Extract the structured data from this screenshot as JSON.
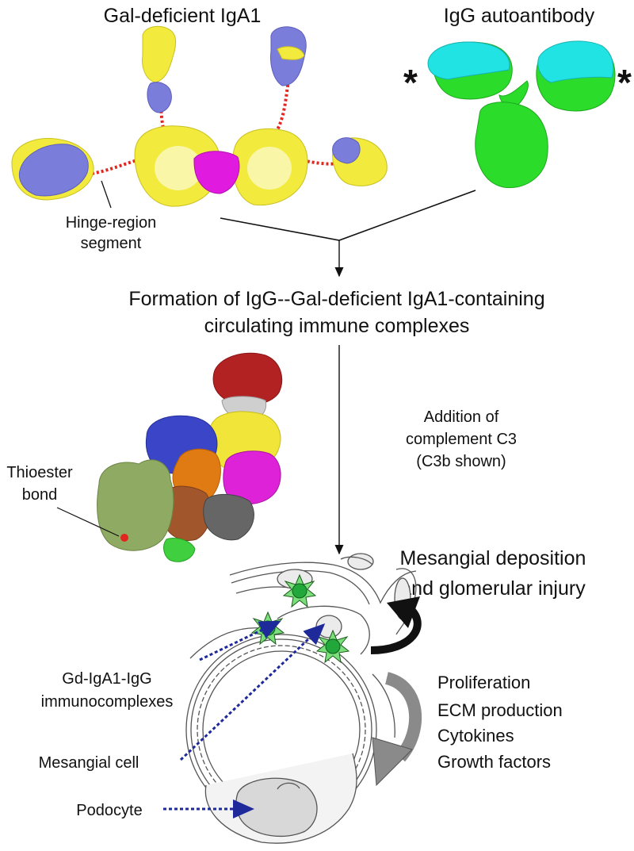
{
  "labels": {
    "iga_title": "Gal-deficient IgA1",
    "igg_title": "IgG autoantibody",
    "asterisk": "*",
    "hinge_line1": "Hinge-region",
    "hinge_line2": "segment",
    "formation_line1": "Formation of IgG--Gal-deficient IgA1-containing",
    "formation_line2": "circulating immune complexes",
    "c3_line1": "Addition of",
    "c3_line2": "complement C3",
    "c3_line3": "(C3b shown)",
    "thioester_line1": "Thioester",
    "thioester_line2": "bond",
    "deposition_line1": "Mesangial deposition",
    "deposition_line2": "and glomerular injury",
    "complex_line1": "Gd-IgA1-IgG",
    "complex_line2": "immunocomplexes",
    "mesangial": "Mesangial cell",
    "podocyte": "Podocyte"
  },
  "outcomes": [
    "Proliferation",
    "ECM production",
    "Cytokines",
    "Growth factors"
  ],
  "colors": {
    "iga_heavy": "#f2ea3c",
    "iga_light": "#7b7ddb",
    "iga_hinge": "#e0261f",
    "iga_secretory": "#e01adf",
    "igg_heavy": "#2bdc2b",
    "igg_light": "#22e3e3",
    "c3_red": "#b32222",
    "c3_blue": "#3a45c8",
    "c3_yellow": "#f1e53a",
    "c3_orange": "#e07a12",
    "c3_magenta": "#de22d8",
    "c3_olive": "#8faa62",
    "c3_brown": "#a2562c",
    "c3_gray": "#666666",
    "c3_green": "#3fcf3f",
    "dotted_arrow": "#1f2a9a",
    "immune_complex": "#22a83a",
    "gray_arrow": "#8a8a8a"
  }
}
